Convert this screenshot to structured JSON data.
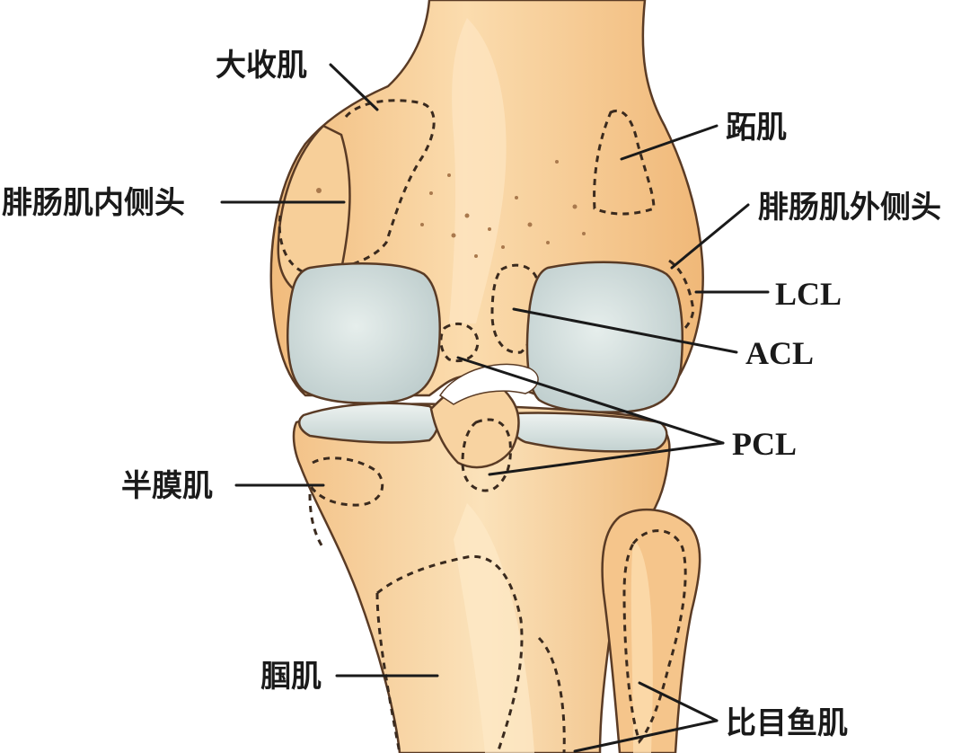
{
  "labels": {
    "adductor_magnus": "大收肌",
    "plantaris": "跖肌",
    "gastrocnemius_medial_head": "腓肠肌内侧头",
    "gastrocnemius_lateral_head": "腓肠肌外侧头",
    "lcl": "LCL",
    "acl": "ACL",
    "pcl": "PCL",
    "semimembranosus": "半膜肌",
    "popliteus": "腘肌",
    "soleus": "比目鱼肌"
  },
  "colors": {
    "bone": "#f6c98e",
    "bone_light": "#fbe0b4",
    "bone_shadow": "#e6a868",
    "cartilage": "#c9d6d6",
    "cartilage_light": "#e3ebea",
    "outline": "#5a3b25",
    "label_text": "#1a1a1a"
  }
}
